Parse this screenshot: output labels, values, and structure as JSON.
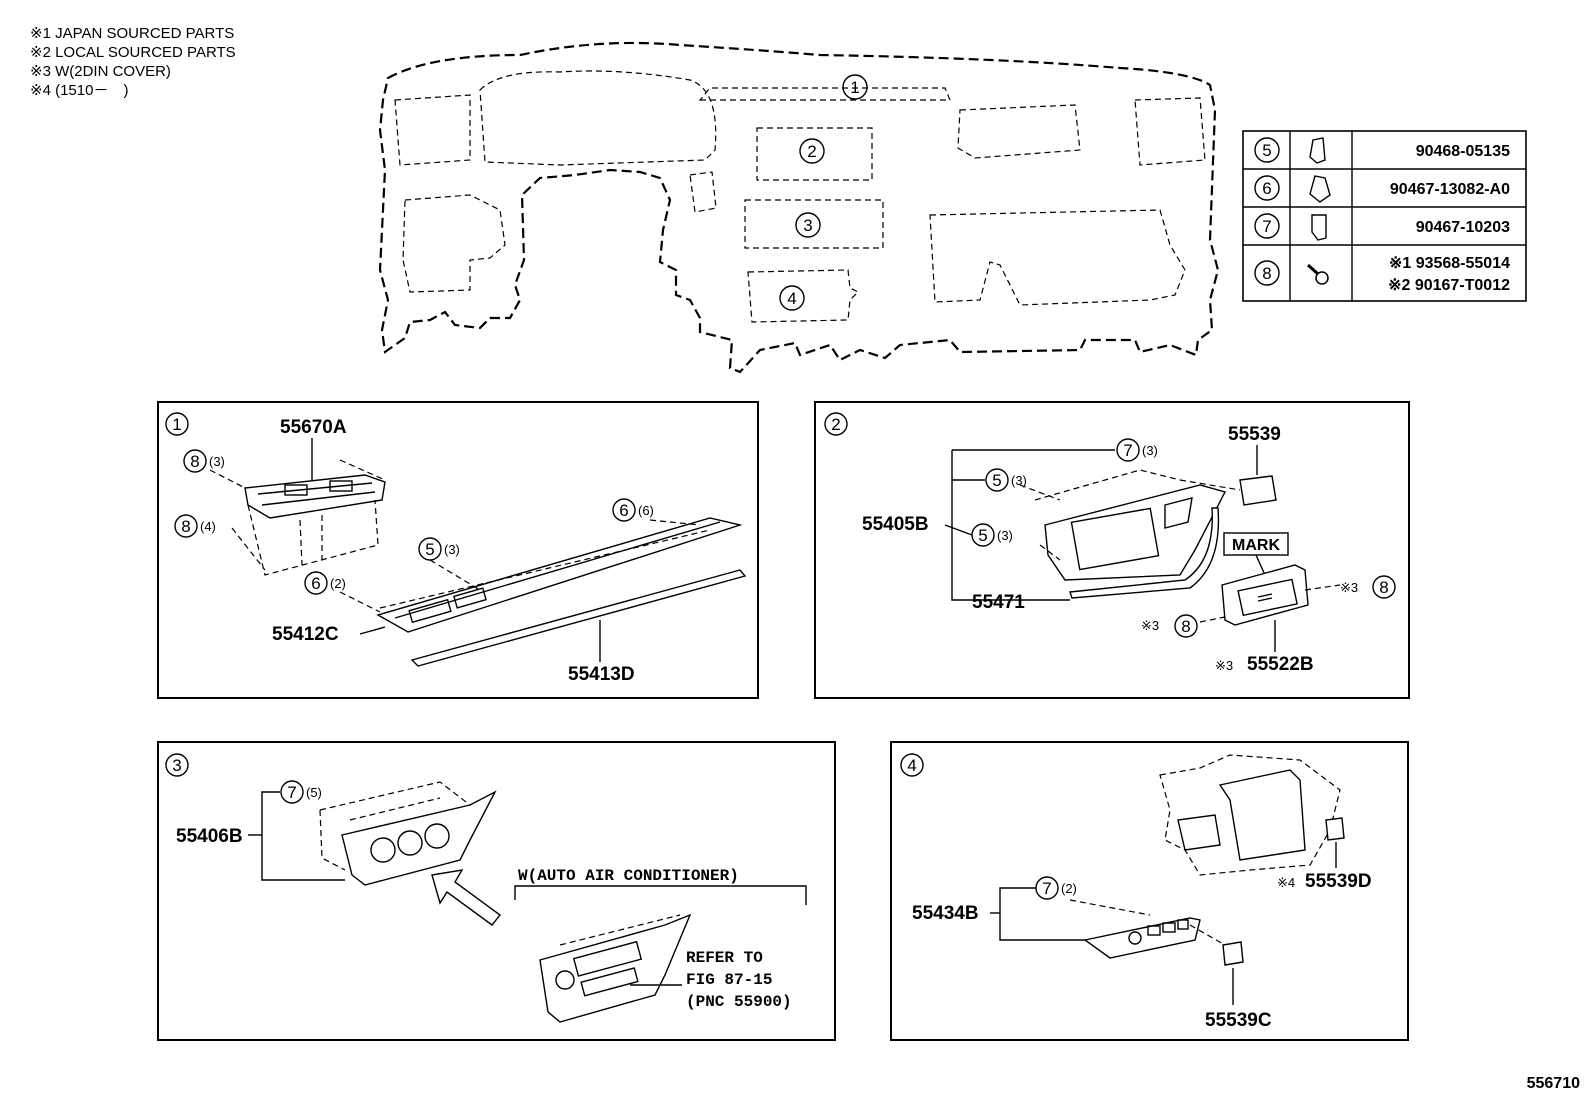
{
  "notes": [
    "※1 JAPAN SOURCED PARTS",
    "※2 LOCAL SOURCED PARTS",
    "※3 W(2DIN COVER)",
    "※4 (1510－　)"
  ],
  "overview_labels": [
    "1",
    "2",
    "3",
    "4"
  ],
  "fastener_table": [
    {
      "ref": "5",
      "part_no": "90468-05135"
    },
    {
      "ref": "6",
      "part_no": "90467-13082-A0"
    },
    {
      "ref": "7",
      "part_no": "90467-10203"
    },
    {
      "ref": "8",
      "part_no_1": "※1 93568-55014",
      "part_no_2": "※2 90167-T0012"
    }
  ],
  "panel1": {
    "label": "1",
    "parts": {
      "p55670A": "55670A",
      "p55412C": "55412C",
      "p55413D": "55413D"
    },
    "callouts": [
      {
        "ref": "8",
        "qty": "(3)"
      },
      {
        "ref": "8",
        "qty": "(4)"
      },
      {
        "ref": "5",
        "qty": "(3)"
      },
      {
        "ref": "6",
        "qty": "(6)"
      },
      {
        "ref": "6",
        "qty": "(2)"
      }
    ]
  },
  "panel2": {
    "label": "2",
    "parts": {
      "p55539": "55539",
      "p55405B": "55405B",
      "p55471": "55471",
      "p55522B": "55522B",
      "mark": "MARK"
    },
    "callouts": [
      {
        "ref": "7",
        "qty": "(3)"
      },
      {
        "ref": "5",
        "qty": "(3)"
      },
      {
        "ref": "5",
        "qty": "(3)"
      },
      {
        "ref": "8",
        "prefix": "※3"
      },
      {
        "ref": "8",
        "prefix": "※3"
      }
    ],
    "prefix_55522B": "※3"
  },
  "panel3": {
    "label": "3",
    "parts": {
      "p55406B": "55406B"
    },
    "callouts": [
      {
        "ref": "7",
        "qty": "(5)"
      }
    ],
    "condition": "W(AUTO AIR CONDITIONER)",
    "refer": [
      "REFER TO",
      "FIG 87-15",
      "(PNC 55900)"
    ]
  },
  "panel4": {
    "label": "4",
    "parts": {
      "p55434B": "55434B",
      "p55539D": "55539D",
      "p55539C": "55539C"
    },
    "callouts": [
      {
        "ref": "7",
        "qty": "(2)"
      }
    ],
    "prefix_55539D": "※4"
  },
  "figure_number": "556710"
}
